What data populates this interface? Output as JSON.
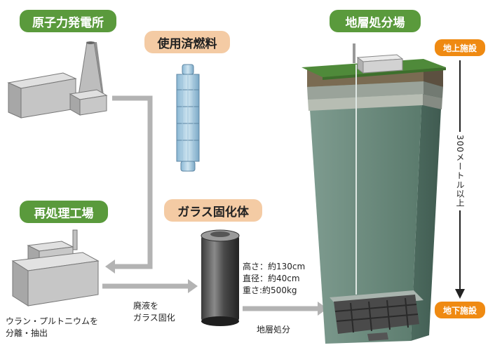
{
  "labels": {
    "nuclear_plant": "原子力発電所",
    "spent_fuel": "使用済燃料",
    "reprocessing_plant": "再処理工場",
    "vitrified_waste": "ガラス固化体",
    "geological_disposal_site": "地層処分場",
    "surface_facility": "地上施設",
    "underground_facility": "地下施設"
  },
  "texts": {
    "separation_line1": "ウラン・プルトニウムを",
    "separation_line2": "分離・抽出",
    "vitrify_line1": "廃液を",
    "vitrify_line2": "ガラス固化",
    "spec_height": "高さ：約130cm",
    "spec_diameter": "直径：約40cm",
    "spec_weight": "重さ:約500kg",
    "disposal": "地層処分",
    "depth": "300メートル以上"
  },
  "colors": {
    "label_green": "#5a9a3c",
    "label_peach": "#f4cba4",
    "label_orange": "#ef8a12",
    "arrow_gray": "#b3b3b3",
    "rock": "#6c8a7c",
    "building": "#c8c8c8"
  }
}
